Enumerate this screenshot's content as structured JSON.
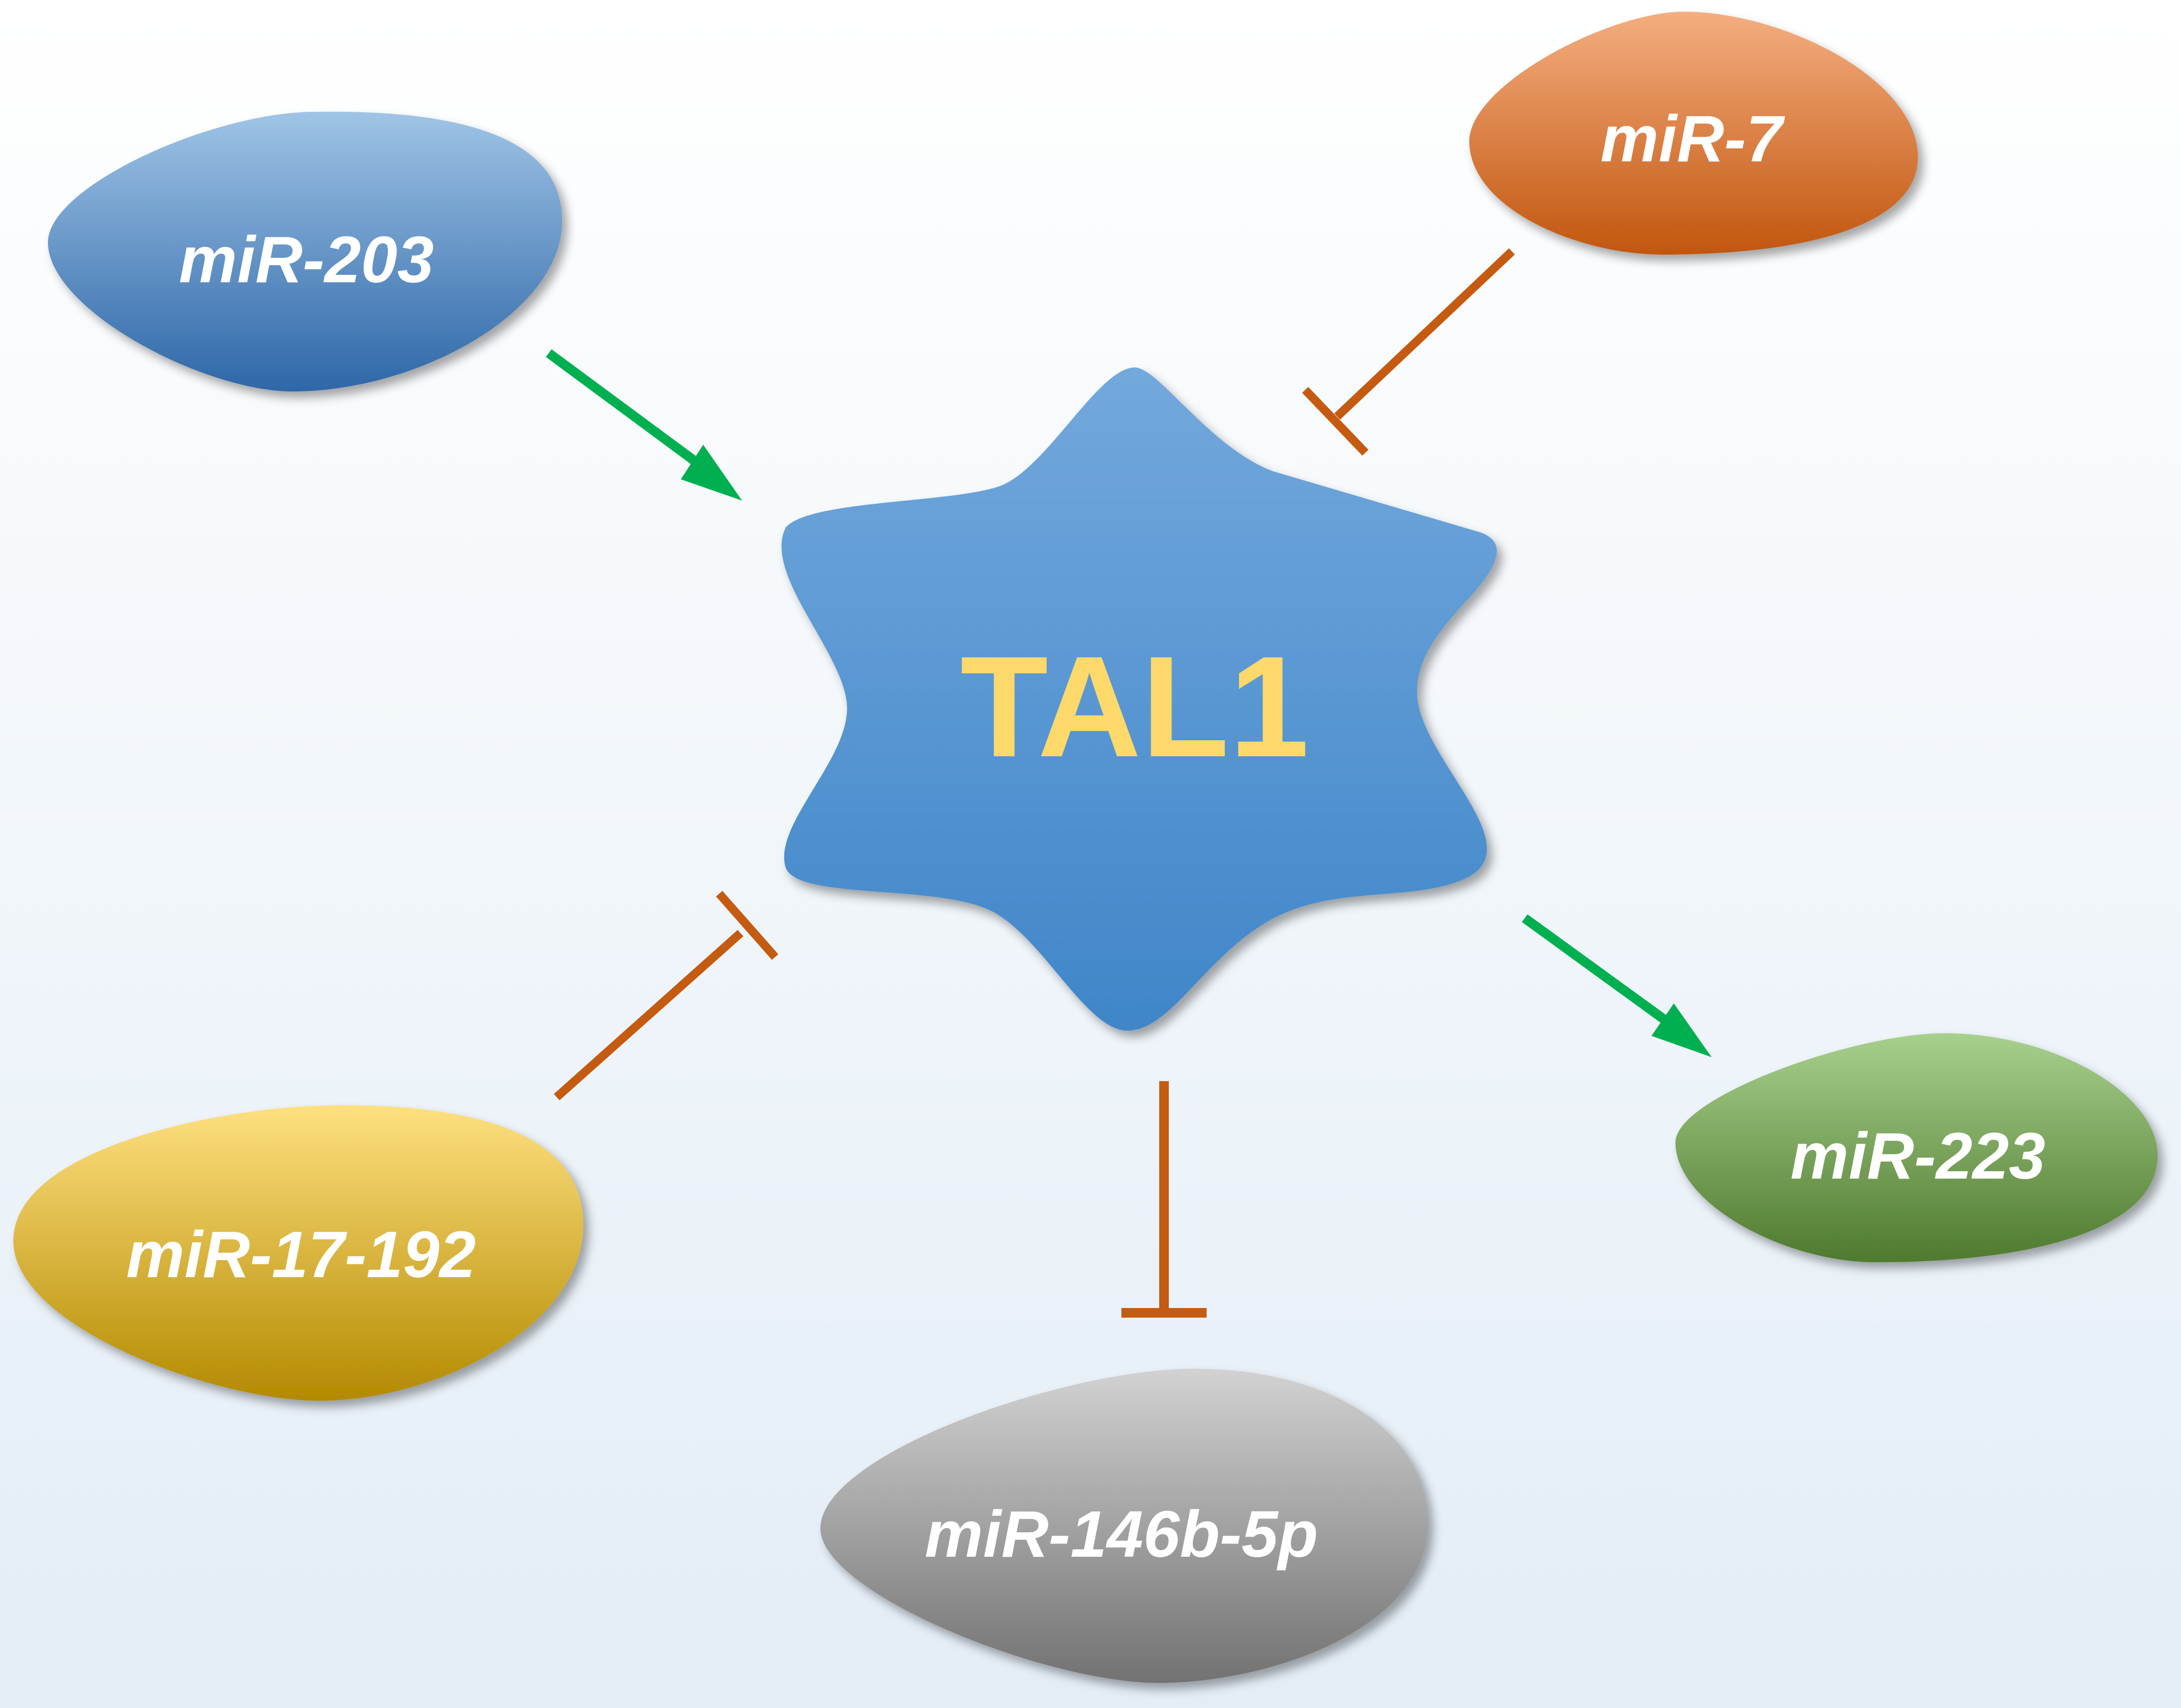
{
  "center": {
    "label": "TAL1",
    "label_color": "#FCD96A",
    "color_top": "#73A8DC",
    "color_bottom": "#3F86C9"
  },
  "nodes": [
    {
      "id": "mir-203",
      "label": "miR-203",
      "color_top": "#9FC4E6",
      "color_bottom": "#2E67A8",
      "relation": "activates"
    },
    {
      "id": "mir-7",
      "label": "miR-7",
      "color_top": "#F4AE80",
      "color_bottom": "#C2560F",
      "relation": "inhibits"
    },
    {
      "id": "mir-17-192",
      "label": "miR-17-192",
      "color_top": "#FFE080",
      "color_bottom": "#B38A00",
      "relation": "inhibits"
    },
    {
      "id": "mir-146b-5p",
      "label": "miR-146b-5p",
      "color_top": "#D2D2D2",
      "color_bottom": "#727272",
      "relation": "inhibited-by-tal1"
    },
    {
      "id": "mir-223",
      "label": "miR-223",
      "color_top": "#A8D08D",
      "color_bottom": "#4E7A2E",
      "relation": "activated-by-tal1"
    }
  ],
  "colors": {
    "activation": "#00B050",
    "inhibition": "#C55A11",
    "background_top": "#FFFFFF",
    "background_bottom": "#E3EDF6"
  }
}
